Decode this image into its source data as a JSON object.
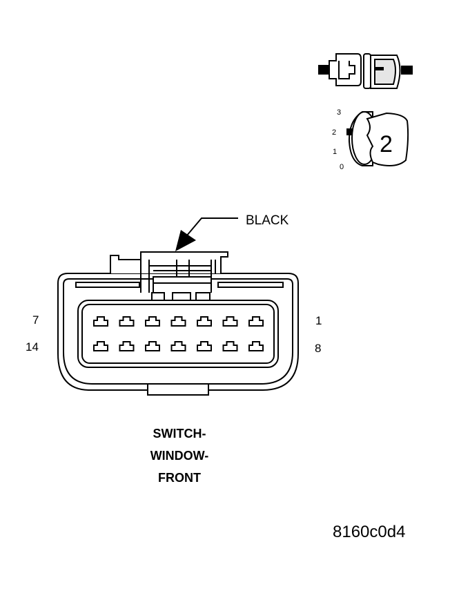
{
  "connector": {
    "callout_label": "BLACK",
    "pins_row1": [
      "7",
      "1"
    ],
    "pins_row2": [
      "14",
      "8"
    ],
    "cavity_count_per_row": 7,
    "title_lines": [
      "SWITCH-",
      "WINDOW-",
      "FRONT"
    ]
  },
  "key_symbol": {
    "scale_labels": [
      "3",
      "2",
      "1",
      "0"
    ],
    "selected_position": "2",
    "key_number": "2"
  },
  "figure_id": "8160c0d4",
  "colors": {
    "ink": "#000000",
    "background": "#ffffff",
    "shading": "#d8d8d8"
  }
}
